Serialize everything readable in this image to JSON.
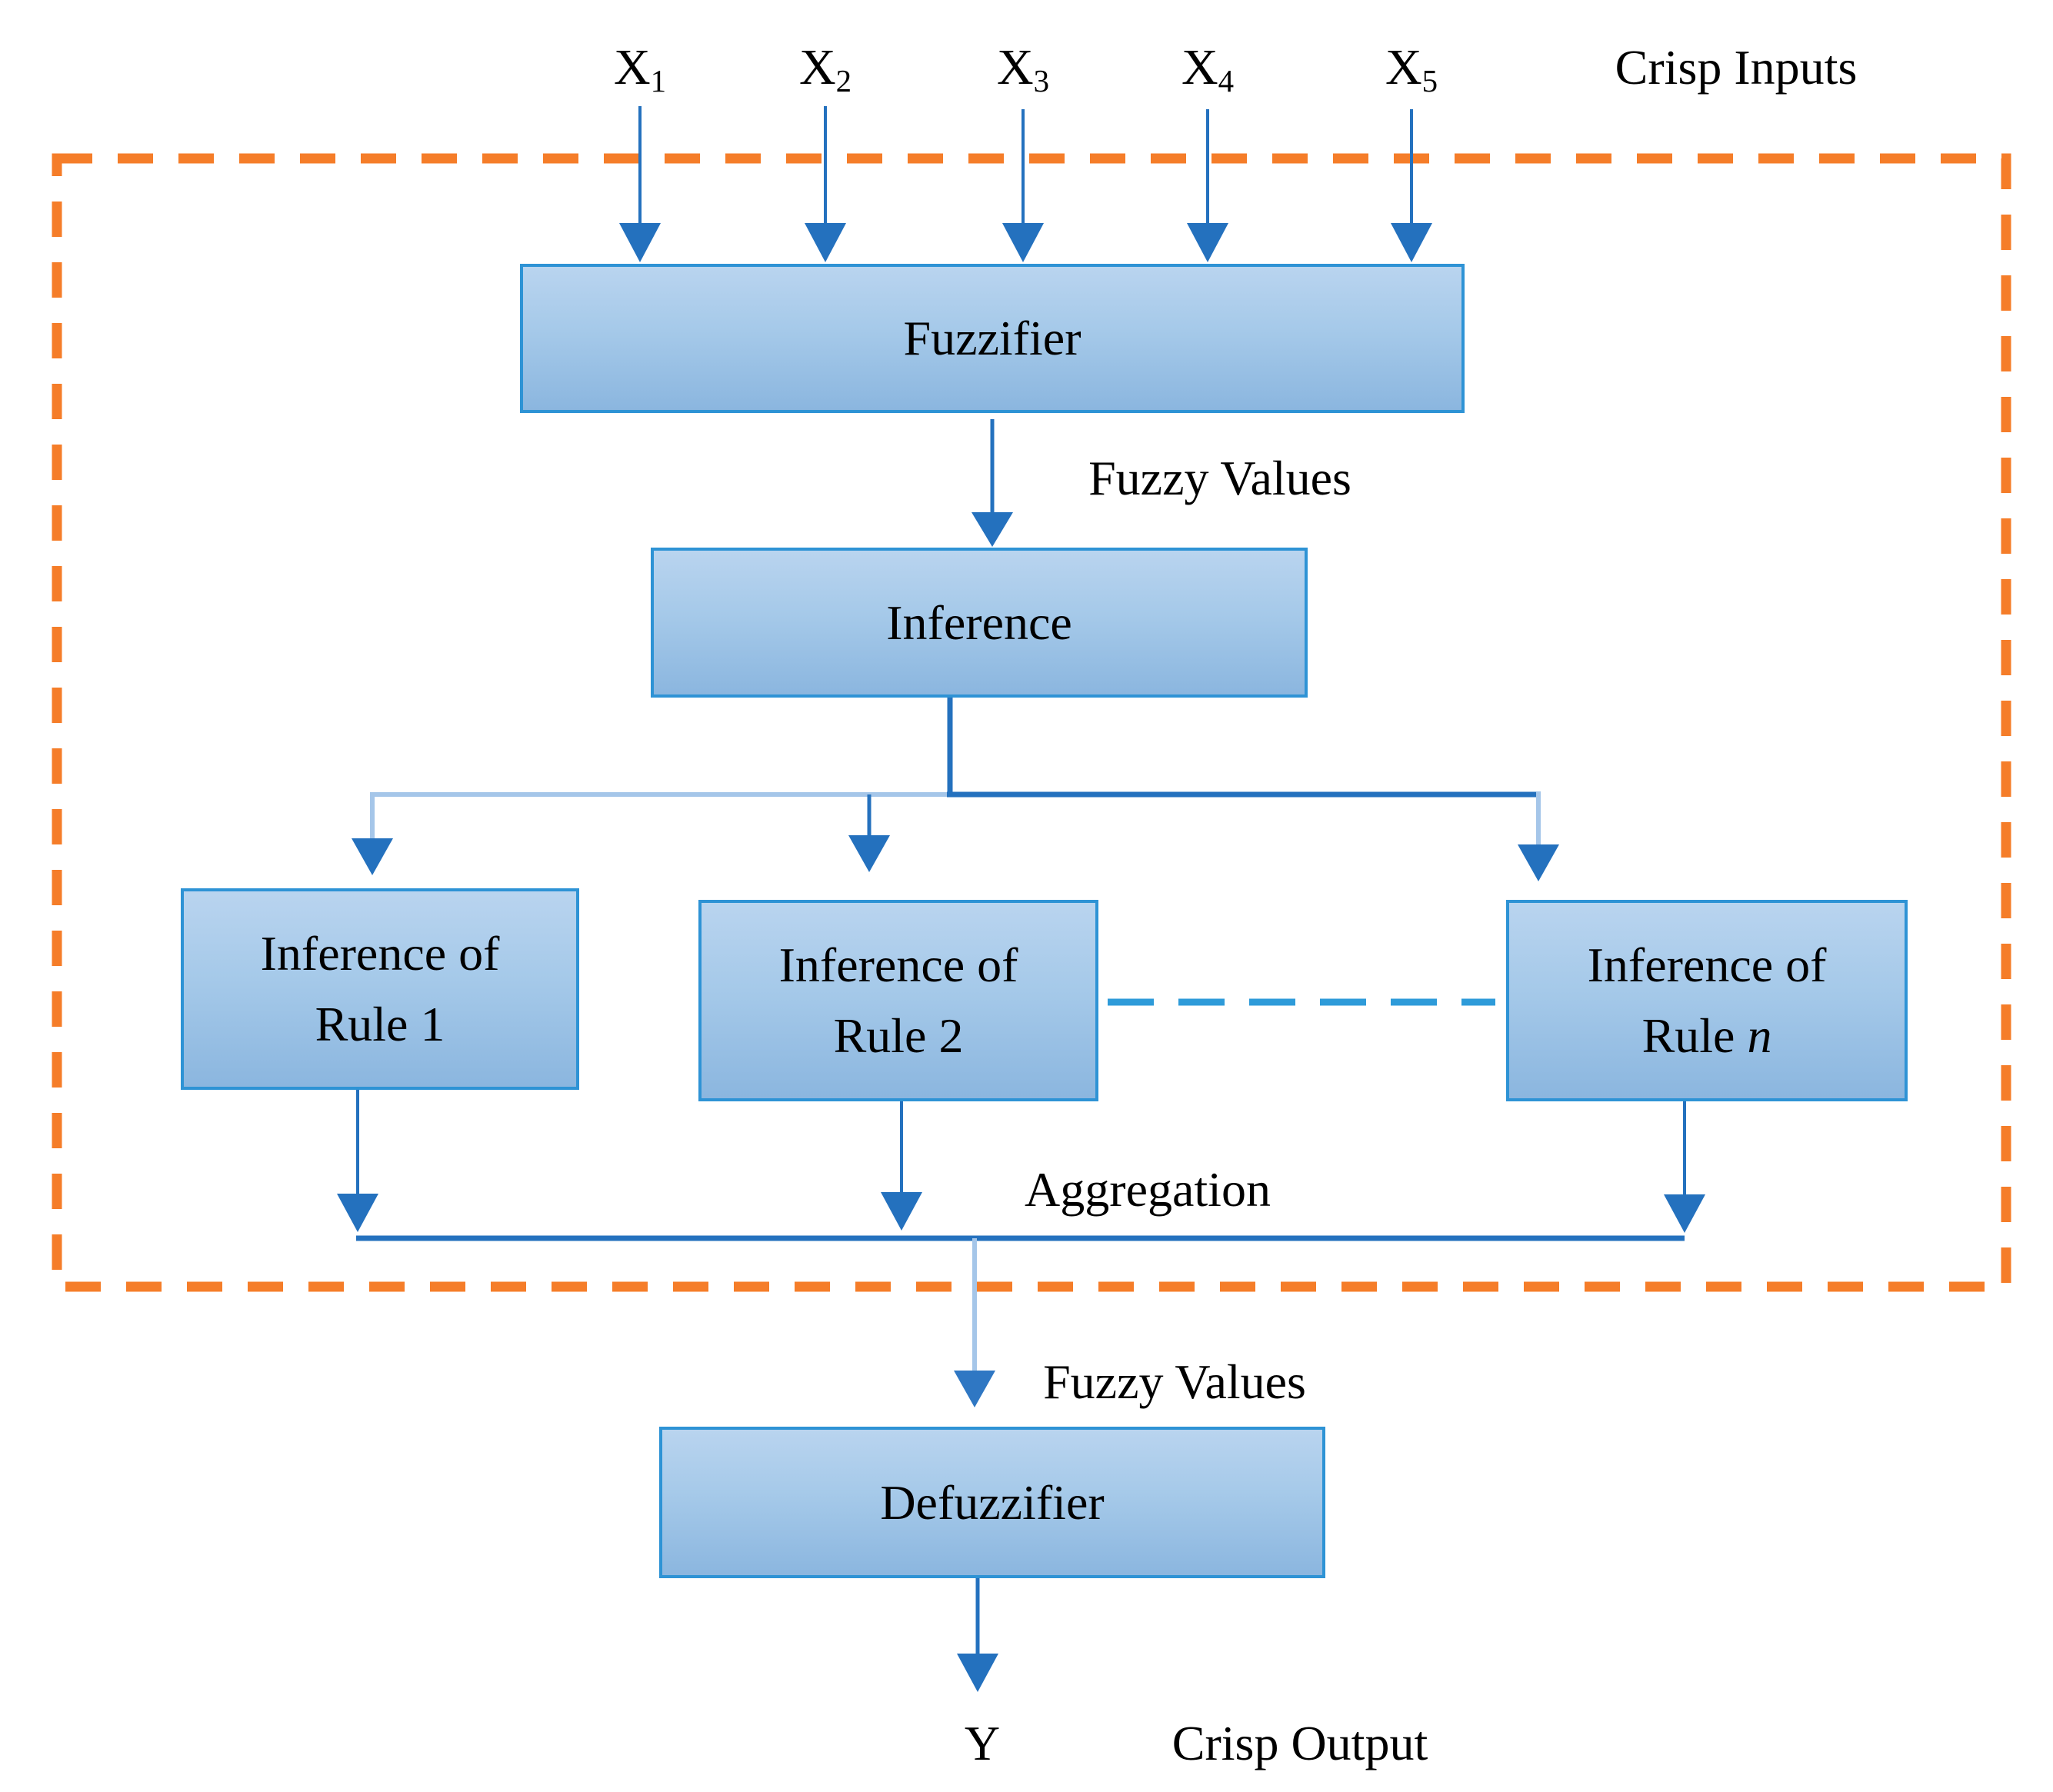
{
  "meta": {
    "title": "Fuzzy Logic System Block Diagram"
  },
  "inputs": {
    "items": [
      {
        "base": "X",
        "sub": "1"
      },
      {
        "base": "X",
        "sub": "2"
      },
      {
        "base": "X",
        "sub": "3"
      },
      {
        "base": "X",
        "sub": "4"
      },
      {
        "base": "X",
        "sub": "5"
      }
    ]
  },
  "labels": {
    "crisp_inputs": "Crisp Inputs",
    "fuzzy_values_top": "Fuzzy Values",
    "aggregation": "Aggregation",
    "fuzzy_values_bottom": "Fuzzy Values",
    "output_variable": "Y",
    "crisp_output": "Crisp Output"
  },
  "blocks": {
    "fuzzifier": "Fuzzifier",
    "inference": "Inference",
    "defuzzifier": "Defuzzifier"
  },
  "rules": [
    {
      "line1": "Inference of",
      "line2_prefix": "Rule",
      "line2_value": "1"
    },
    {
      "line1": "Inference of",
      "line2_prefix": "Rule",
      "line2_value": "2"
    },
    {
      "line1": "Inference of",
      "line2_prefix": "Rule",
      "line2_value": "n"
    }
  ],
  "colors": {
    "boundary_orange": "#F57D29",
    "connector_blue": "#2471BE",
    "connector_light_blue": "#A5C6E9",
    "box_border_blue": "#2E93D5",
    "box_fill_top": "#B9D4EF",
    "box_fill_bottom": "#8BB6DF",
    "rule_dashed_blue": "#2E9BD9",
    "text": "#000000"
  }
}
